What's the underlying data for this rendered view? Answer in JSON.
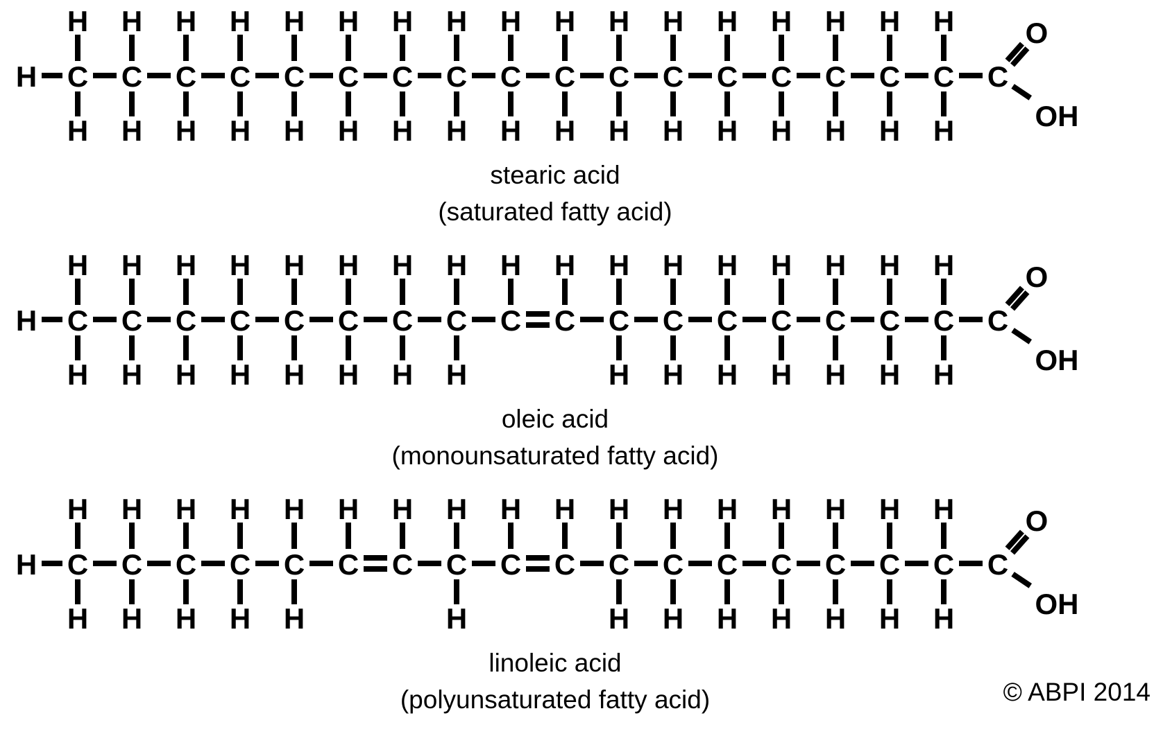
{
  "page": {
    "background": "#ffffff",
    "text_color": "#000000",
    "copyright": "© ABPI 2014"
  },
  "atoms": {
    "hydrogen": "H",
    "carbon": "C",
    "oxygen": "O",
    "hydroxyl": "OH"
  },
  "molecules": [
    {
      "id": "stearic-acid",
      "name": "stearic acid",
      "type_label": "(saturated fatty acid)",
      "total_carbons": 18,
      "chain_carbons": 17,
      "double_bonds": []
    },
    {
      "id": "oleic-acid",
      "name": "oleic acid",
      "type_label": "(monounsaturated fatty acid)",
      "total_carbons": 18,
      "chain_carbons": 17,
      "double_bonds": [
        [
          9,
          10
        ]
      ]
    },
    {
      "id": "linoleic-acid",
      "name": "linoleic acid",
      "type_label": "(polyunsaturated fatty acid)",
      "total_carbons": 18,
      "chain_carbons": 17,
      "double_bonds": [
        [
          6,
          7
        ],
        [
          9,
          10
        ]
      ]
    }
  ]
}
